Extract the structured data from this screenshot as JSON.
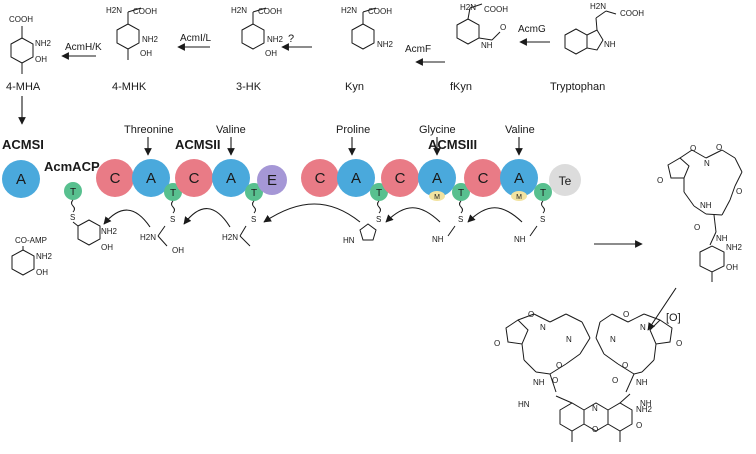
{
  "compounds": {
    "mha4": "4-MHA",
    "mhk4": "4-MHK",
    "hk3": "3-HK",
    "kyn": "Kyn",
    "fkyn": "fKyn",
    "tryptophan": "Tryptophan"
  },
  "enzymes": {
    "acmhk": "AcmH/K",
    "acmil": "AcmI/L",
    "unknown": "?",
    "acmf": "AcmF",
    "acmg": "AcmG"
  },
  "modules": {
    "acmsi": "ACMSI",
    "acmacp": "AcmACP",
    "acmsii": "ACMSII",
    "acmsiii": "ACMSIII"
  },
  "substrates": {
    "threonine": "Threonine",
    "valine": "Valine",
    "proline": "Proline",
    "glycine": "Glycine"
  },
  "domains": {
    "a": "A",
    "c": "C",
    "t": "T",
    "e": "E",
    "m": "M",
    "te": "Te"
  },
  "reactions": {
    "oxidation": "[O]"
  },
  "mol": {
    "cooh": "COOH",
    "h2n": "H2N",
    "nh2": "NH2",
    "oh": "OH",
    "nh": "NH",
    "hn": "HN",
    "n": "N",
    "o": "O",
    "s": "S",
    "co_amp": "CO-AMP"
  },
  "colors": {
    "domain_a": "#4aa9dc",
    "domain_c": "#e97b86",
    "domain_t": "#58c08f",
    "domain_e": "#a597d6",
    "domain_te": "#dcdcdc",
    "domain_m": "#f2e3a0"
  }
}
